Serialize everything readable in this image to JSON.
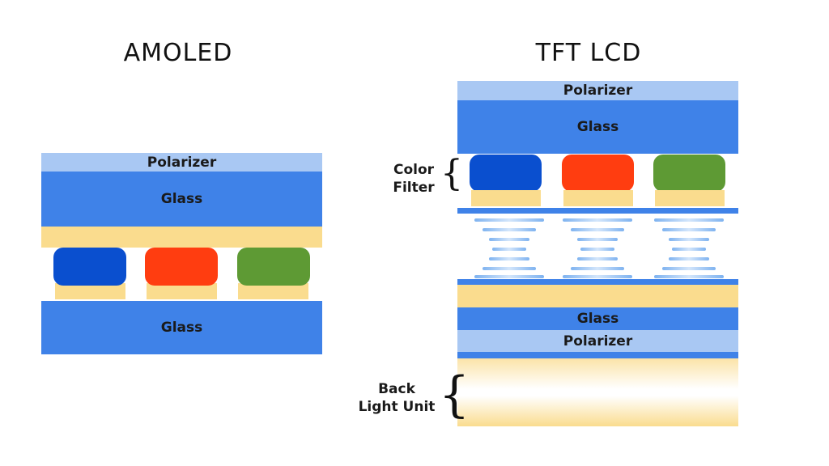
{
  "amoled": {
    "title": "AMOLED",
    "layers": {
      "polarizer": "Polarizer",
      "glass_top": "Glass",
      "glass_bottom": "Glass"
    }
  },
  "tft_lcd": {
    "title": "TFT LCD",
    "layers": {
      "polarizer_top": "Polarizer",
      "glass_top": "Glass",
      "glass_bottom": "Glass",
      "polarizer_bottom": "Polarizer"
    },
    "labels": {
      "color_filter": "Color Filter",
      "back_light_unit": "Back Light Unit"
    },
    "brace_symbol": "{"
  },
  "colors": {
    "polarizer": "#a9c8f3",
    "glass": "#3f82e8",
    "layer_yellow": "#fadc8e",
    "pixel_blue": "#0a4fcf",
    "pixel_red": "#ff3d10",
    "pixel_green": "#5e9a34"
  }
}
